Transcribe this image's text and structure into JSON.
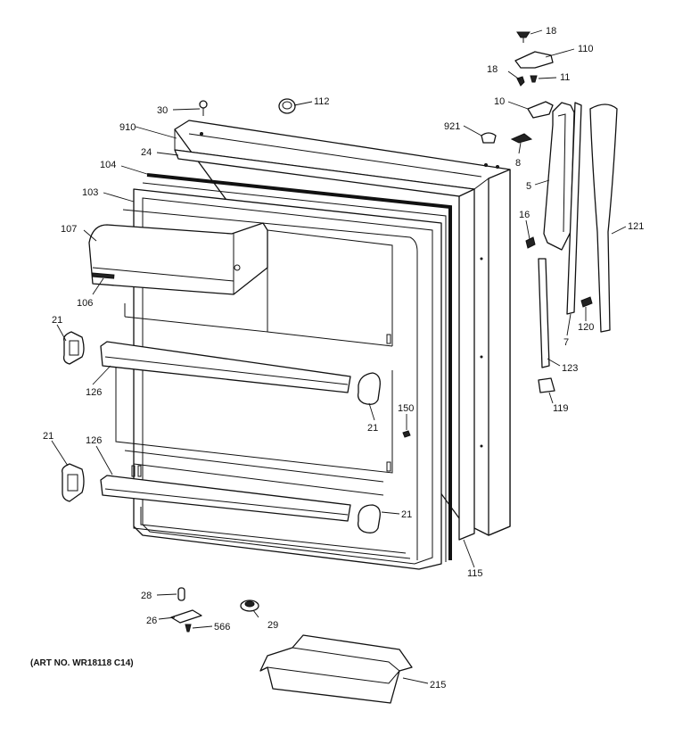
{
  "labels": {
    "p18a": "18",
    "p110": "110",
    "p18b": "18",
    "p11": "11",
    "p10": "10",
    "p30": "30",
    "p112": "112",
    "p910": "910",
    "p921": "921",
    "p24": "24",
    "p8": "8",
    "p104": "104",
    "p103": "103",
    "p5": "5",
    "p16": "16",
    "p121": "121",
    "p107": "107",
    "p106": "106",
    "p21a": "21",
    "p7": "7",
    "p120": "120",
    "p126a": "126",
    "p123": "123",
    "p21b": "21",
    "p150": "150",
    "p119": "119",
    "p21c": "21",
    "p126b": "126",
    "p21d": "21",
    "p115": "115",
    "p28": "28",
    "p26": "26",
    "p566": "566",
    "p29": "29",
    "p215": "215"
  },
  "caption": "(ART NO. WR18118 C14)"
}
